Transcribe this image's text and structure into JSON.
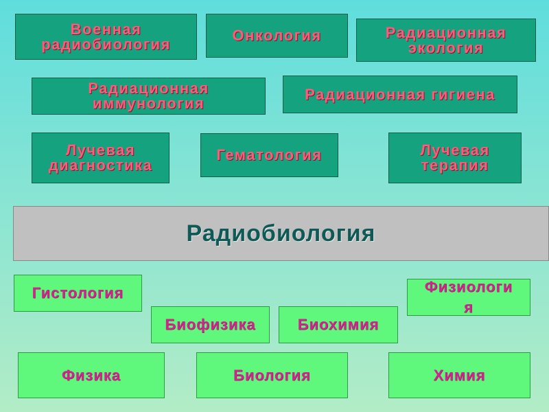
{
  "top_boxes": [
    {
      "label": "Военная\nрадиобиология"
    },
    {
      "label": "Онкология"
    },
    {
      "label": "Радиационная\nэкология"
    },
    {
      "label": "Радиационная\nиммунология"
    },
    {
      "label": "Радиационная гигиена"
    },
    {
      "label": "Лучевая\nдиагностика"
    },
    {
      "label": "Гематология"
    },
    {
      "label": "Лучевая\nтерапия"
    }
  ],
  "center": {
    "label": "Радиобиология"
  },
  "bottom_boxes": [
    {
      "label": "Гистология"
    },
    {
      "label": "Физиологи\nя"
    },
    {
      "label": "Биофизика"
    },
    {
      "label": "Биохимия"
    },
    {
      "label": "Физика"
    },
    {
      "label": "Биология"
    },
    {
      "label": "Химия"
    }
  ],
  "colors": {
    "top_fill": "#14a37e",
    "top_text": "#ff5a7a",
    "center_fill": "#c0c0c0",
    "center_text": "#0f5a56",
    "bottom_fill": "#5ff77c",
    "bottom_text": "#d3238f"
  }
}
